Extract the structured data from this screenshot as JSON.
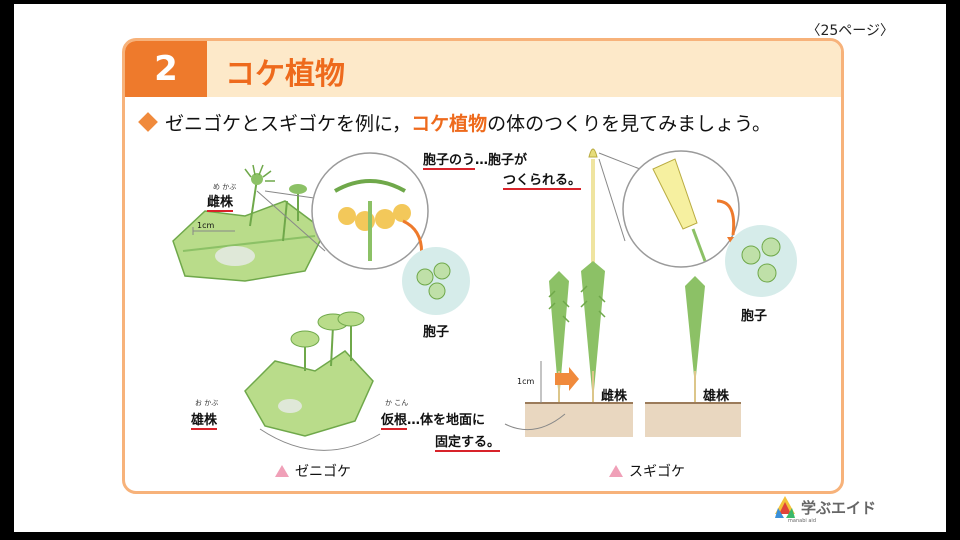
{
  "page_ref": "〈25ページ〉",
  "section": {
    "number": "2",
    "title": "コケ植物"
  },
  "lead": {
    "part1": "ゼニゴケとスギゴケを例に，",
    "highlight": "コケ植物",
    "part2": "の体のつくりを見てみましょう。"
  },
  "labels": {
    "female_zeni": "雌株",
    "female_zeni_ruby": "め かぶ",
    "scale_zeni": "1cm",
    "spore_sac_term": "胞子のう",
    "spore_sac_desc_1": "…胞子が",
    "spore_sac_desc_2": "つくられる。",
    "spore_left": "胞子",
    "spore_right": "胞子",
    "male_zeni": "雄株",
    "male_zeni_ruby": "お かぶ",
    "rhizoid_term": "仮根",
    "rhizoid_ruby": "か こん",
    "rhizoid_desc_1": "…体を地面に",
    "rhizoid_desc_2": "固定する。",
    "scale_sugi": "1cm",
    "female_sugi": "雌株",
    "male_sugi": "雄株"
  },
  "captions": {
    "zenigoke": "ゼニゴケ",
    "sugigoke": "スギゴケ"
  },
  "brand": {
    "name": "学ぶエイド",
    "sub": "manabi aid"
  },
  "colors": {
    "accent": "#ee7a2c",
    "header_bg": "#fde9c9",
    "border": "#f7b27a",
    "underline": "#d8232a",
    "plant_green": "#b9dc8a"
  }
}
